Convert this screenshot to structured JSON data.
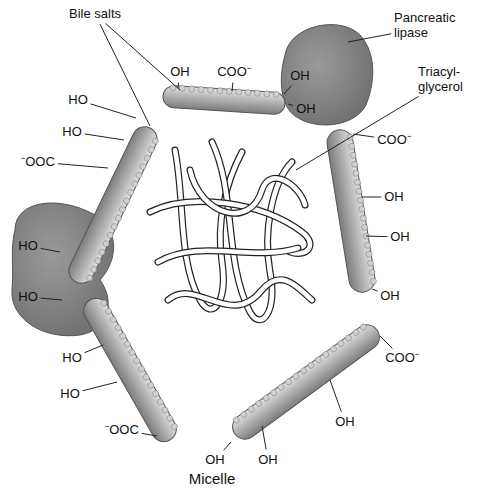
{
  "diagram": {
    "caption": "Micelle",
    "labels": [
      "Bile salts",
      "Pancreatic lipase",
      "Triacyl- glycerol",
      "OH",
      "COO⁻",
      "OH",
      "OH",
      "COO⁻",
      "OH",
      "OH",
      "OH",
      "HO",
      "HO",
      "⁻OOC",
      "HO",
      "HO",
      "HO",
      "HO",
      "⁻OOC",
      "COO⁻",
      "OH",
      "OH",
      "OH"
    ]
  }
}
